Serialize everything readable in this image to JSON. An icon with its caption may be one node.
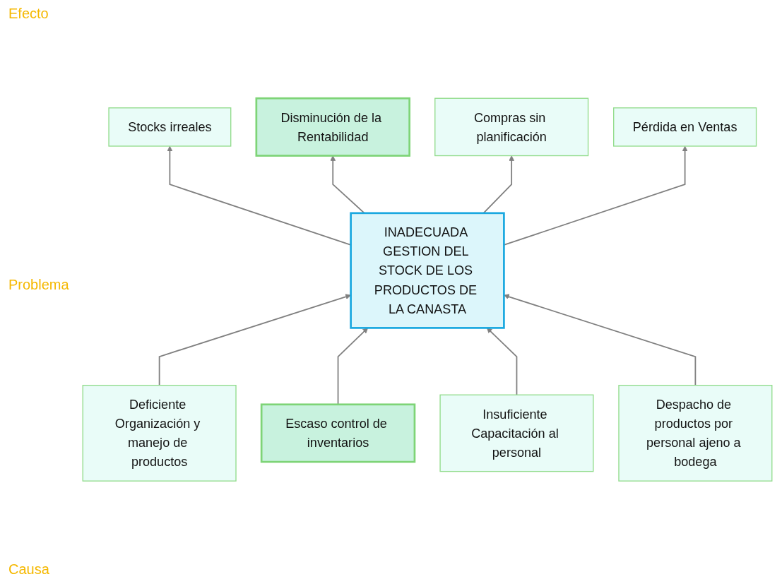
{
  "diagram": {
    "nodes": [
      {
        "text": [
          "Stocks irreales"
        ]
      },
      {
        "text": [
          "Disminución de la Rentabilidad"
        ]
      },
      {
        "text": [
          "Compras sin planificación"
        ]
      },
      {
        "text": [
          "Pérdida en Ventas"
        ]
      },
      {
        "text": [
          "INADECUADA GESTION DEL STOCK DE LOS PRODUCTOS DE LA CANASTA"
        ]
      },
      {
        "text": [
          "Deficiente Organización y manejo de productos"
        ]
      },
      {
        "text": [
          "Escaso control de inventarios"
        ]
      },
      {
        "text": [
          "Insuficiente Capacitación al personal"
        ]
      },
      {
        "text": [
          "Despacho de productos por personal ajeno a bodega"
        ]
      }
    ],
    "edges": [
      {
        "from": 4,
        "to": 0,
        "arrow": "to"
      },
      {
        "from": 4,
        "to": 1,
        "arrow": "to"
      },
      {
        "from": 4,
        "to": 2,
        "arrow": "to"
      },
      {
        "from": 4,
        "to": 3,
        "arrow": "to"
      },
      {
        "from": 5,
        "to": 4,
        "arrow": "to"
      },
      {
        "from": 6,
        "to": 4,
        "arrow": "to"
      },
      {
        "from": 7,
        "to": 4,
        "arrow": "to"
      },
      {
        "from": 8,
        "to": 4,
        "arrow": "to"
      }
    ],
    "labels": [
      "Efecto",
      "Problema",
      "Causa"
    ]
  }
}
